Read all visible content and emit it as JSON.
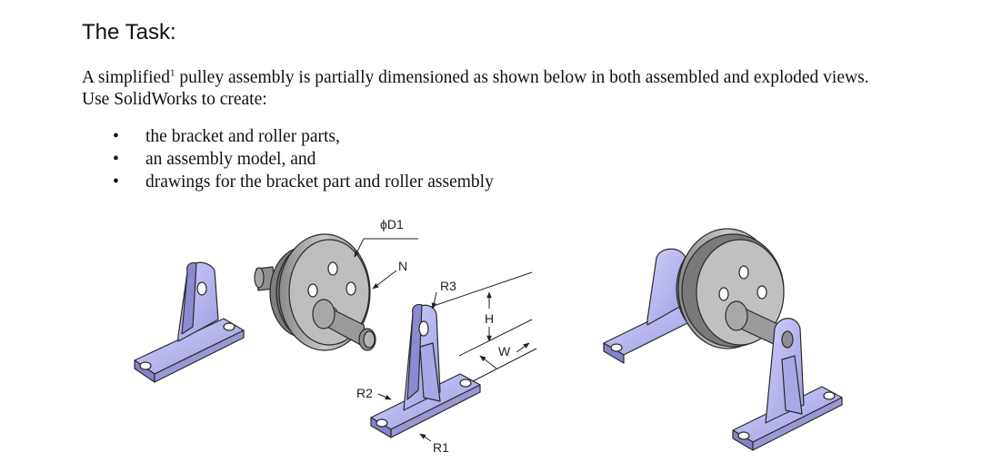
{
  "heading": "The Task:",
  "intro": {
    "before": "A simplified",
    "footnote_mark": "1",
    "after": " pulley assembly is partially dimensioned as shown below in both assembled and exploded views. Use SolidWorks to create:"
  },
  "bullets": [
    "the bracket and roller parts,",
    "an assembly model, and",
    "drawings for the bracket part and roller assembly"
  ],
  "figure": {
    "dimension_labels": {
      "d1": "ϕD1",
      "n": "N",
      "r3": "R3",
      "h": "H",
      "w": "W",
      "r2": "R2",
      "r1": "R1"
    },
    "colors": {
      "bracket": "#b4b3ec",
      "bracket_dark": "#8583c9",
      "roller": "#b9b9b9",
      "roller_dark": "#747474",
      "outline": "#2a2a2a"
    }
  }
}
